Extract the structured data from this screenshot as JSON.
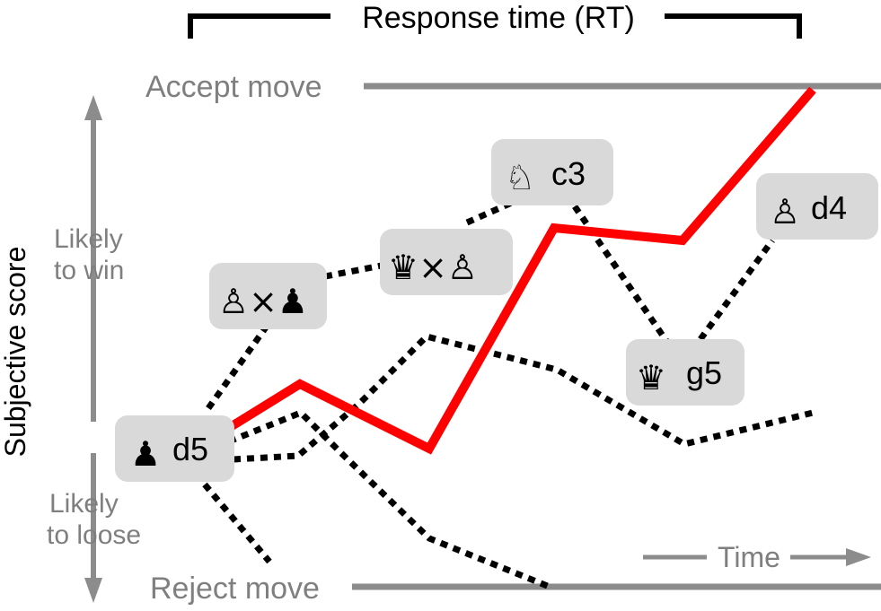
{
  "header": {
    "label": "Response time (RT)"
  },
  "levels": {
    "accept": "Accept move",
    "reject": "Reject move"
  },
  "y_axis": {
    "label": "Subjective score",
    "upper_hint_line1": "Likely",
    "upper_hint_line2": "to win",
    "lower_hint_line1": "Likely",
    "lower_hint_line2": "to loose"
  },
  "time_label": "Time",
  "colors": {
    "chosen_path": "#ff0000",
    "alt_paths": "#000000",
    "guides": "#8c8c8c",
    "move_box": "#d9d9d9"
  },
  "moves": [
    {
      "pieces": "♟",
      "text": "d5"
    },
    {
      "pieces": "♙×♟",
      "text": ""
    },
    {
      "pieces": "♛×♙",
      "text": ""
    },
    {
      "pieces": "♘",
      "text": "c3"
    },
    {
      "pieces": "♛",
      "text": "g5"
    },
    {
      "pieces": "♙",
      "text": "d4"
    }
  ]
}
